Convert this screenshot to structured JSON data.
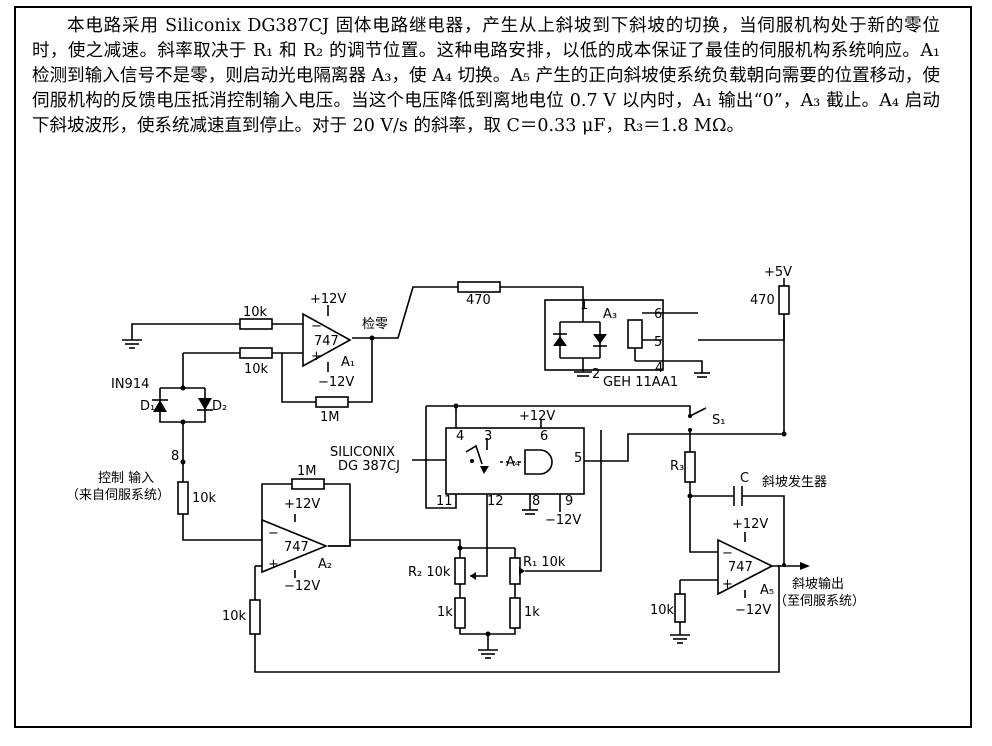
{
  "description": "本电路采用 Siliconix DG387CJ 固体电路继电器，产生从上斜坡到下斜坡的切换，当伺服机构处于新的零位时，使之减速。斜率取决于 R₁ 和 R₂ 的调节位置。这种电路安排，以低的成本保证了最佳的伺服机构系统响应。A₁ 检测到输入信号不是零，则启动光电隔离器 A₃，使 A₄ 切换。A₅ 产生的正向斜坡使系统负载朝向需要的位置移动，使伺服机构的反馈电压抵消控制输入电压。当这个电压降低到离地电位 0.7 V 以内时，A₁ 输出“0”，A₃ 截止。A₄ 启动下斜坡波形，使系统减速直到停止。对于 20 V/s 的斜率，取 C＝0.33 μF，R₃＝1.8 MΩ。",
  "labels": {
    "r_a1_in1": "10k",
    "r_a1_in2": "10k",
    "a1_vplus": "+12V",
    "a1_vminus": "−12V",
    "a1_chip": "747",
    "a1_name": "A₁",
    "a1_fb": "1M",
    "detect_zero": "检零",
    "r_470_top": "470",
    "diode_part": "IN914",
    "d1": "D₁",
    "d2": "D₂",
    "node8": "8",
    "control_input": "控制 输入",
    "control_source": "（来自伺服系统）",
    "r_ctrl": "10k",
    "a2_fb": "1M",
    "a2_vplus": "+12V",
    "a2_vminus": "−12V",
    "a2_chip": "747",
    "a2_name": "A₂",
    "r_a2_bottom": "10k",
    "opto_pin1": "1",
    "opto_pin2": "2",
    "opto_pin4": "4",
    "opto_pin5": "5",
    "opto_pin6": "6",
    "opto_name": "A₃",
    "opto_part": "GEH 11AA1",
    "plus5v": "+5V",
    "r_470_right": "470",
    "s1": "S₁",
    "siliconix": "SILICONIX",
    "dg387": "DG 387CJ",
    "relay_vplus": "+12V",
    "relay_vminus": "−12V",
    "relay_name": "A₄",
    "pin3": "3",
    "pin4": "4",
    "pin5": "5",
    "pin6": "6",
    "pin8": "8",
    "pin9": "9",
    "pin11": "11",
    "pin12": "12",
    "r2_label": "R₂ 10k",
    "r1_label": "R₁ 10k",
    "r_1k_left": "1k",
    "r_1k_right": "1k",
    "r3": "R₃",
    "cap_c": "C",
    "ramp_gen": "斜坡发生器",
    "a5_vplus": "+12V",
    "a5_vminus": "−12V",
    "a5_chip": "747",
    "a5_name": "A₅",
    "r_a5_in": "10k",
    "ramp_out": "斜坡输出",
    "ramp_out_dest": "（至伺服系统）"
  }
}
